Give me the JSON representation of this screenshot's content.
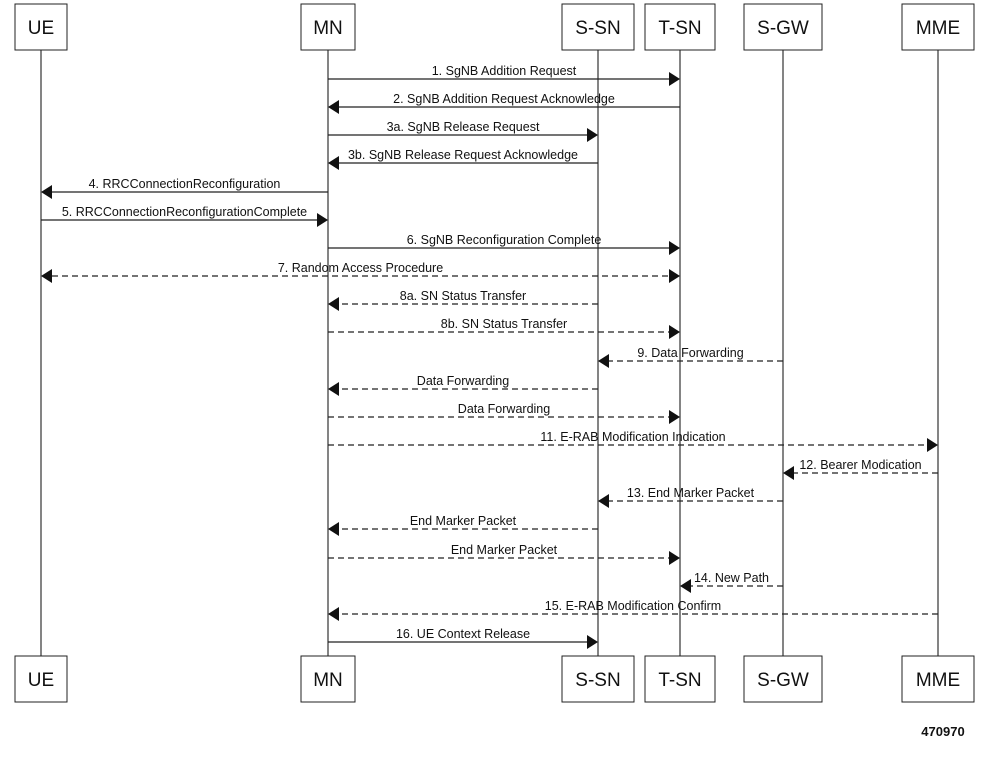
{
  "entities": [
    {
      "id": "UE",
      "label": "UE"
    },
    {
      "id": "MN",
      "label": "MN"
    },
    {
      "id": "S-SN",
      "label": "S-SN"
    },
    {
      "id": "T-SN",
      "label": "T-SN"
    },
    {
      "id": "S-GW",
      "label": "S-GW"
    },
    {
      "id": "MME",
      "label": "MME"
    }
  ],
  "messages": [
    {
      "label": "1. SgNB Addition Request",
      "from": "MN",
      "to": "T-SN",
      "dashed": false
    },
    {
      "label": "2. SgNB Addition Request Acknowledge",
      "from": "T-SN",
      "to": "MN",
      "dashed": false
    },
    {
      "label": "3a. SgNB Release Request",
      "from": "MN",
      "to": "S-SN",
      "dashed": false
    },
    {
      "label": "3b. SgNB Release Request Acknowledge",
      "from": "S-SN",
      "to": "MN",
      "dashed": false
    },
    {
      "label": "4. RRCConnectionReconfiguration",
      "from": "MN",
      "to": "UE",
      "dashed": false
    },
    {
      "label": "5. RRCConnectionReconfigurationComplete",
      "from": "UE",
      "to": "MN",
      "dashed": false
    },
    {
      "label": "6. SgNB Reconfiguration Complete",
      "from": "MN",
      "to": "T-SN",
      "dashed": false
    },
    {
      "label": "7. Random Access Procedure",
      "from": "UE",
      "to": "T-SN",
      "dashed": true,
      "bidirectional": true
    },
    {
      "label": "8a. SN Status Transfer",
      "from": "S-SN",
      "to": "MN",
      "dashed": true
    },
    {
      "label": "8b. SN Status Transfer",
      "from": "MN",
      "to": "T-SN",
      "dashed": true
    },
    {
      "label": "9. Data Forwarding",
      "from": "S-GW",
      "to": "S-SN",
      "dashed": true
    },
    {
      "label": "Data Forwarding",
      "from": "S-SN",
      "to": "MN",
      "dashed": true
    },
    {
      "label": "Data Forwarding",
      "from": "MN",
      "to": "T-SN",
      "dashed": true
    },
    {
      "label": "11. E-RAB Modification Indication",
      "from": "MN",
      "to": "MME",
      "dashed": true
    },
    {
      "label": "12. Bearer Modication",
      "from": "MME",
      "to": "S-GW",
      "dashed": true
    },
    {
      "label": "13. End Marker Packet",
      "from": "S-GW",
      "to": "S-SN",
      "dashed": true
    },
    {
      "label": "End Marker Packet",
      "from": "S-SN",
      "to": "MN",
      "dashed": true
    },
    {
      "label": "End Marker Packet",
      "from": "MN",
      "to": "T-SN",
      "dashed": true
    },
    {
      "label": "14. New Path",
      "from": "S-GW",
      "to": "T-SN",
      "dashed": true
    },
    {
      "label": "15. E-RAB Modification Confirm",
      "from": "MME",
      "to": "MN",
      "dashed": true
    },
    {
      "label": "16. UE Context Release",
      "from": "MN",
      "to": "S-SN",
      "dashed": false
    }
  ],
  "figure_id": "470970"
}
